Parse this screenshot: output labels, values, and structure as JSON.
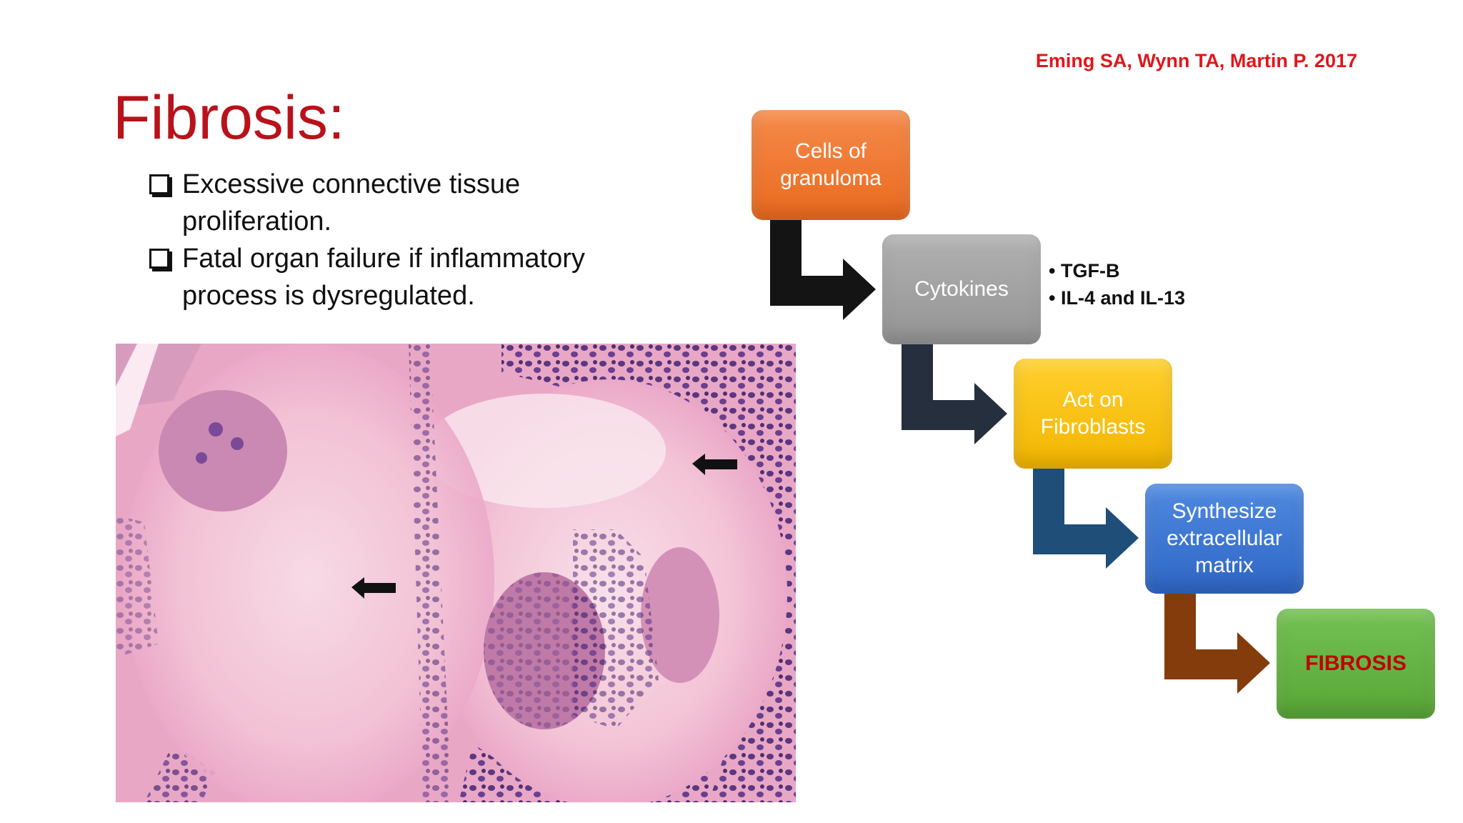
{
  "citation": "Eming SA, Wynn TA, Martin P. 2017",
  "title": "Fibrosis:",
  "bullets": [
    {
      "line1": "Excessive connective tissue",
      "line2": "proliferation."
    },
    {
      "line1": "Fatal organ failure if inflammatory",
      "line2": "process is dysregulated."
    }
  ],
  "flow": {
    "steps": [
      {
        "line1": "Cells of",
        "line2": "granuloma",
        "line3": ""
      },
      {
        "line1": "Cytokines",
        "line2": "",
        "line3": ""
      },
      {
        "line1": "Act on",
        "line2": "Fibroblasts",
        "line3": ""
      },
      {
        "line1": "Synthesize",
        "line2": "extracellular",
        "line3": "matrix"
      },
      {
        "line1": "FIBROSIS",
        "line2": "",
        "line3": ""
      }
    ],
    "cytokine_list": [
      "TGF-B",
      "IL-4 and IL-13"
    ],
    "arrow_colors": [
      "#141414",
      "#262f3d",
      "#1f4e79",
      "#843c0c"
    ]
  },
  "colors": {
    "title": "#b8121b",
    "citation": "#e0161b",
    "fibrosis_text": "#c00000"
  }
}
